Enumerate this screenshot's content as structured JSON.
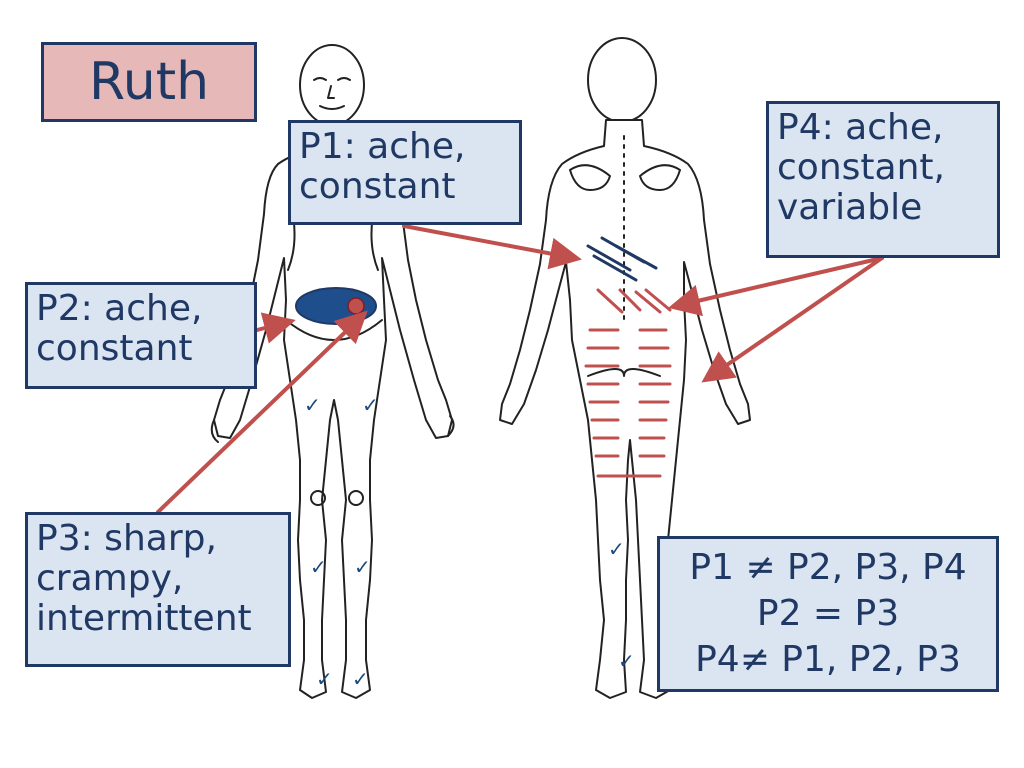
{
  "patient_name": "Ruth",
  "labels": {
    "p1": "P1: ache,\nconstant",
    "p2": "P2: ache,\nconstant",
    "p3": "P3: sharp,\ncrampy,\nintermittent",
    "p4": "P4: ache,\nconstant,\nvariable"
  },
  "summary": [
    "P1 ≠ P2, P3, P4",
    "P2 = P3",
    "P4≠ P1, P2, P3"
  ],
  "colors": {
    "arrow": "#c0504d",
    "label_fill": "#dbe5f1",
    "label_border": "#1f3864",
    "name_fill": "#e6b9b8",
    "p1_hatch": "#1f3864",
    "p2_fill": "#1f4e8c",
    "p3_dot": "#c0504d",
    "p4_hatch": "#c0504d",
    "checkmark": "#1f497d"
  },
  "icons": {
    "checkmark": "✓"
  }
}
